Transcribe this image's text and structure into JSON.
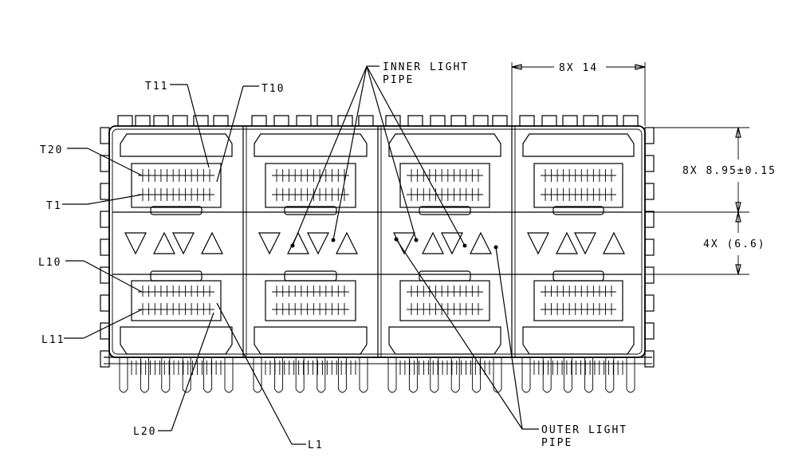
{
  "callouts": {
    "t11": "T11",
    "t10": "T10",
    "t20": "T20",
    "t1": "T1",
    "l10": "L10",
    "l11": "L11",
    "l20": "L20",
    "l1": "L1",
    "inner_light_pipe_line1": "INNER LIGHT",
    "inner_light_pipe_line2": "PIPE",
    "outer_light_pipe_line1": "OUTER LIGHT",
    "outer_light_pipe_line2": "PIPE"
  },
  "dimensions": {
    "pitch": "8X 14",
    "row_pitch": "8X 8.95±0.15",
    "gap": "4X (6.6)"
  },
  "connector": {
    "columns": 4,
    "rows": 2,
    "light_pipes_per_port": 4
  }
}
